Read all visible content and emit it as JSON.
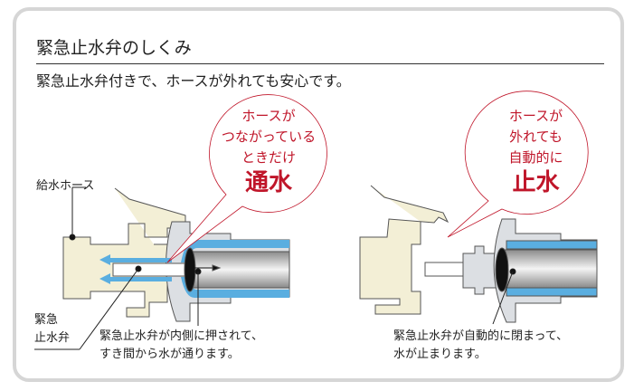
{
  "title": "緊急止水弁のしくみ",
  "subtitle": "緊急止水弁付きで、ホースが外れても安心です。",
  "left": {
    "label_hose": "給水ホース",
    "label_valve": [
      "緊急",
      "止水弁"
    ],
    "bubble": [
      "ホースが",
      "つながっている",
      "ときだけ"
    ],
    "bubble_big": "通水",
    "caption": [
      "緊急止水弁が内側に押されて、",
      "すき間から水が通ります。"
    ]
  },
  "right": {
    "bubble": [
      "ホースが",
      "外れても",
      "自動的に"
    ],
    "bubble_big": "止水",
    "caption": [
      "緊急止水弁が自動的に閉まって、",
      "水が止まります。"
    ]
  },
  "colors": {
    "accent": "#c0162a",
    "water": "#5aaee0",
    "body": "#f3efd6",
    "fitting": "#dcdfe3"
  }
}
